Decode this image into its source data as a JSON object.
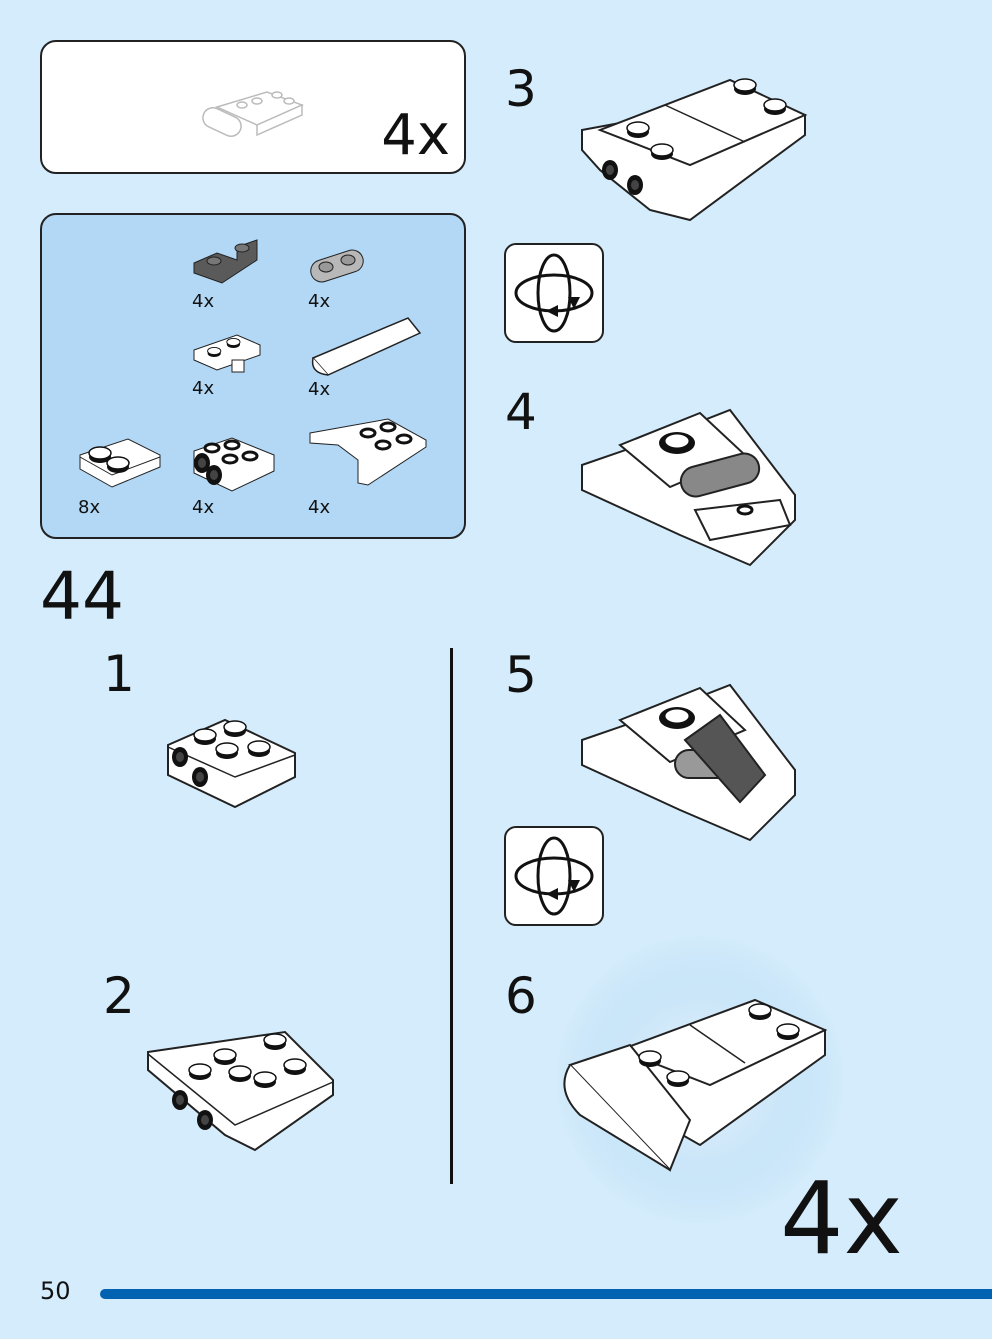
{
  "submodel_callout": {
    "quantity": "4x"
  },
  "parts_list": [
    {
      "name": "dark-gray-inverted-slope",
      "quantity": "4x",
      "color": "#5a5a5a"
    },
    {
      "name": "light-gray-rounded-plate-1x2",
      "quantity": "4x",
      "color": "#b8b8b8"
    },
    {
      "name": "white-plate-with-clip",
      "quantity": "4x",
      "color": "#ffffff"
    },
    {
      "name": "white-curved-slope",
      "quantity": "4x",
      "color": "#ffffff"
    },
    {
      "name": "white-plate-2x2",
      "quantity": "8x",
      "color": "#ffffff"
    },
    {
      "name": "white-brick-with-side-studs",
      "quantity": "4x",
      "color": "#ffffff"
    },
    {
      "name": "white-wedge-plate",
      "quantity": "4x",
      "color": "#ffffff"
    }
  ],
  "main_step": "44",
  "steps": [
    {
      "number": "1"
    },
    {
      "number": "2"
    },
    {
      "number": "3"
    },
    {
      "number": "4"
    },
    {
      "number": "5"
    },
    {
      "number": "6"
    }
  ],
  "final_quantity": "4x",
  "page_number": "50",
  "colors": {
    "background": "#d4ecfb",
    "parts_panel": "#b3d8f5",
    "accent_bar": "#0062b0"
  }
}
